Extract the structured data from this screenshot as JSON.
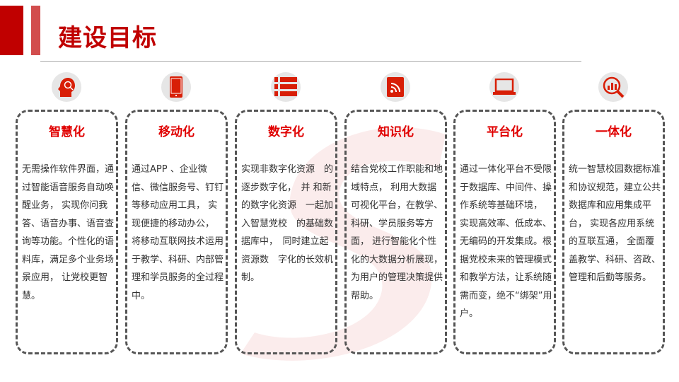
{
  "header": {
    "title": "建设目标"
  },
  "cards": [
    {
      "icon": "head-search-icon",
      "title": "智慧化",
      "text": "无需操作软件界面，通过智能语音服务自动唤醒业务， 实现你问我答、语音办事、语音查询等功能。个性化的语料库，满足多个业务场景应用， 让党校更智慧。"
    },
    {
      "icon": "mobile-phone-icon",
      "title": "移动化",
      "text": "通过APP 、企业微信、微信服务号、钉钉等移动应用工具， 实现便捷的移动办公， 将移动互联网技术运用于教学、科研、内部管理和学员服务的全过程中。"
    },
    {
      "icon": "numbered-list-icon",
      "title": "数字化",
      "text": "实现非数字化资源　的逐步数字化，　并 和新的数字化资源　一起加入智慧党校　的基础数据库中，　同时建立起资源数　字化的长效机制。"
    },
    {
      "icon": "book-signal-icon",
      "title": "知识化",
      "text": "结合党校工作职能和地域特点， 利用大数据可视化平台，在教学、科研、学员服务等方面， 进行智能化个性化的大数据分析展现，为用户的管理决策提供帮助。"
    },
    {
      "icon": "laptop-icon",
      "title": "平台化",
      "text": "通过一体化平台不受限于数据库、中间件、操作系统等基础环境， 实现高效率、低成本、无编码的开发集成。根据党校未来的管理模式和教学方法，让系统随需而变，绝不“绑架”用户。"
    },
    {
      "icon": "chart-magnifier-icon",
      "title": "一体化",
      "text": "统一智慧校园数据标准和协议规范，建立公共数据库和应用集成平台， 实现各应用系统的互联互通， 全面覆盖教学、科研、咨政、管理和后勤等服务。"
    }
  ],
  "colors": {
    "accent": "#c00000",
    "title_red": "#e00000"
  }
}
